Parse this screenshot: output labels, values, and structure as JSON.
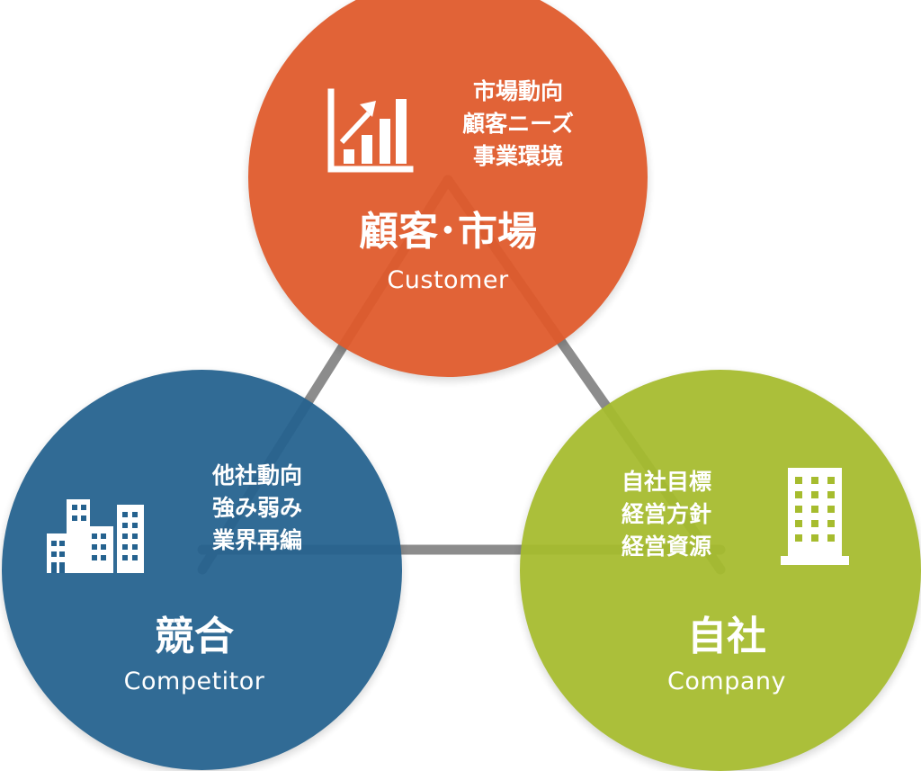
{
  "colors": {
    "customer": "#E05A2B",
    "competitor": "#25628F",
    "company": "#A6BC2E",
    "connector": "#8c8c8c"
  },
  "customer": {
    "items": [
      "市場動向",
      "顧客ニーズ",
      "事業環境"
    ],
    "title": "顧客･市場",
    "subtitle": "Customer",
    "icon": "bar-chart-icon"
  },
  "competitor": {
    "items": [
      "他社動向",
      "強み弱み",
      "業界再編"
    ],
    "title": "競合",
    "subtitle": "Competitor",
    "icon": "city-buildings-icon"
  },
  "company": {
    "items": [
      "自社目標",
      "経営方針",
      "経営資源"
    ],
    "title": "自社",
    "subtitle": "Company",
    "icon": "office-building-icon"
  }
}
